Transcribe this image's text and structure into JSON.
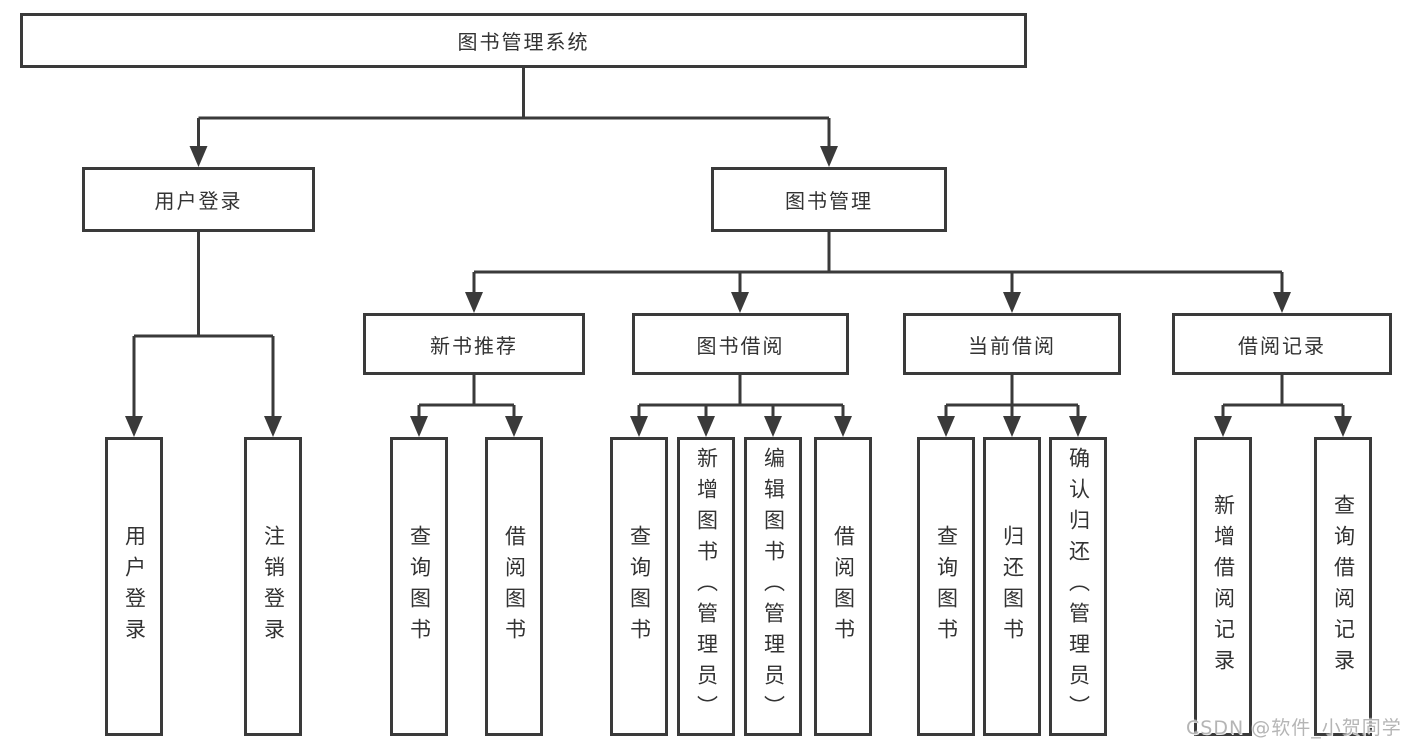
{
  "diagram": {
    "root": {
      "label": "图书管理系统"
    },
    "branches": [
      {
        "label": "用户登录",
        "children": [
          {
            "label": "用户登录"
          },
          {
            "label": "注销登录"
          }
        ]
      },
      {
        "label": "图书管理",
        "children": [
          {
            "label": "新书推荐",
            "children": [
              {
                "label": "查询图书"
              },
              {
                "label": "借阅图书"
              }
            ]
          },
          {
            "label": "图书借阅",
            "children": [
              {
                "label": "查询图书"
              },
              {
                "label": "新增图书（管理员）"
              },
              {
                "label": "编辑图书（管理员）"
              },
              {
                "label": "借阅图书"
              }
            ]
          },
          {
            "label": "当前借阅",
            "children": [
              {
                "label": "查询图书"
              },
              {
                "label": "归还图书"
              },
              {
                "label": "确认归还（管理员）"
              }
            ]
          },
          {
            "label": "借阅记录",
            "children": [
              {
                "label": "新增借阅记录"
              },
              {
                "label": "查询借阅记录"
              }
            ]
          }
        ]
      }
    ]
  },
  "watermark": {
    "text": "CSDN @软件_小贺同学"
  },
  "colors": {
    "line": "#3a3a3a",
    "text": "#333333",
    "background": "#ffffff",
    "watermark": "#b5b5b5"
  }
}
